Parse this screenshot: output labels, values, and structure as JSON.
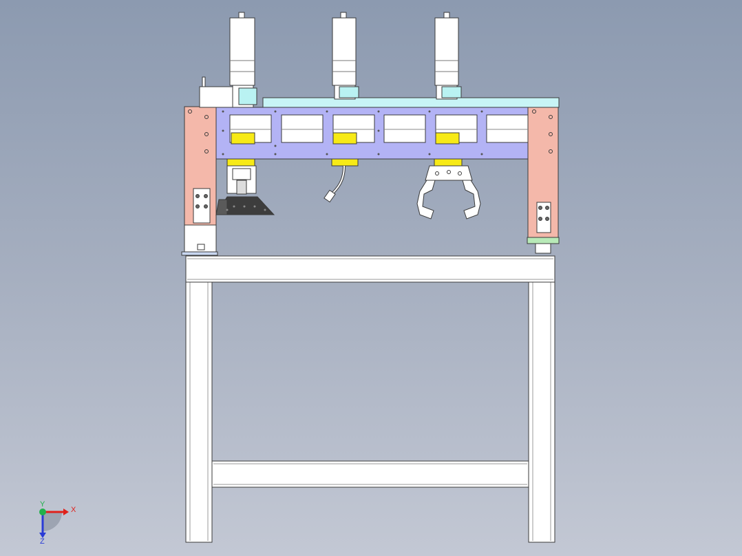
{
  "axis_triad": {
    "x_label": "X",
    "y_label": "Y",
    "z_label": "Z",
    "x_color": "#e0201a",
    "y_color": "#22b14c",
    "z_color": "#2a3bd6"
  },
  "colors": {
    "background_top": "#8c9ab0",
    "background_bottom": "#c3c8d4",
    "beam": "#b3b3f5",
    "column": "#f4b8aa",
    "top_plate": "#c8f4f6",
    "bracket": "#f7ea16",
    "bracket_block": "#b9f2f2",
    "green_block": "#b8eab8",
    "frame": "#ffffff",
    "outline": "#3a3a3a"
  }
}
